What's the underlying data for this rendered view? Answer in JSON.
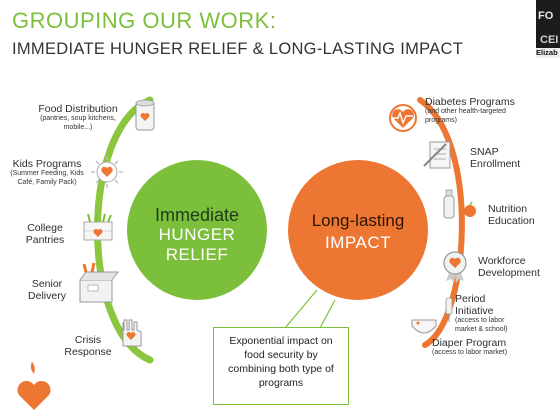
{
  "header": {
    "title": "GROUPING OUR WORK:",
    "subtitle": "IMMEDIATE HUNGER RELIEF & LONG-LASTING IMPACT"
  },
  "video": {
    "line1": "FO",
    "line2": "CEI",
    "name": "Elizab"
  },
  "left_circle": {
    "line1": "Immediate",
    "line2": "HUNGER",
    "line3": "RELIEF",
    "color": "#7cbf3b"
  },
  "right_circle": {
    "line1": "Long-lasting",
    "line2": "IMPACT",
    "color": "#ee7633"
  },
  "callout": {
    "line1": "Exponential impact on",
    "line2": "food security by",
    "line3": "combining both type of",
    "line4": "programs"
  },
  "left_programs": [
    {
      "title": "Food Distribution",
      "detail1": "(pantries, soup kitchens,",
      "detail2": "mobile...)",
      "icon": "food-can-icon"
    },
    {
      "title": "Kids Programs",
      "detail1": "(Summer Feeding, Kids",
      "detail2": "Café, Family Pack)",
      "icon": "sun-heart-icon"
    },
    {
      "title1": "College",
      "title2": "Pantries",
      "icon": "plant-box-icon"
    },
    {
      "title1": "Senior",
      "title2": "Delivery",
      "icon": "delivery-box-icon"
    },
    {
      "title1": "Crisis",
      "title2": "Response",
      "icon": "hand-heart-icon"
    }
  ],
  "right_programs": [
    {
      "title": "Diabetes Programs",
      "detail1": "(and other health-targeted",
      "detail2": "programs)",
      "icon": "heart-pulse-icon"
    },
    {
      "title1": "SNAP",
      "title2": "Enrollment",
      "icon": "document-icon"
    },
    {
      "title1": "Nutrition",
      "title2": "Education",
      "icon": "bottle-apple-icon"
    },
    {
      "title1": "Workforce",
      "title2": "Development",
      "icon": "award-heart-icon"
    },
    {
      "title1": "Period",
      "title2": "Initiative",
      "detail1": "(access to labor",
      "detail2": "market & school)",
      "icon": "period-icon"
    },
    {
      "title": "Diaper Program",
      "detail1": "(access to labor market)",
      "icon": "diaper-icon"
    }
  ],
  "colors": {
    "green": "#7cbf3b",
    "orange": "#ee7633",
    "text": "#2f2f2f"
  },
  "logo": {
    "icon": "heart-logo-icon"
  }
}
